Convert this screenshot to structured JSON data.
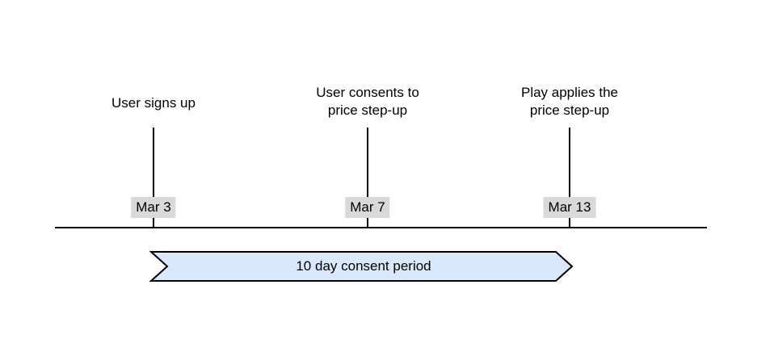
{
  "timeline": {
    "events": [
      {
        "label": "User signs up",
        "date": "Mar 3"
      },
      {
        "label": "User consents to\nprice step-up",
        "date": "Mar 7"
      },
      {
        "label": "Play applies the\nprice step-up",
        "date": "Mar 13"
      }
    ],
    "period": {
      "label": "10 day consent period"
    }
  },
  "colors": {
    "banner_fill": "#dae8fc",
    "banner_stroke": "#000000",
    "date_badge_bg": "#d9d9d9",
    "line": "#000000"
  }
}
